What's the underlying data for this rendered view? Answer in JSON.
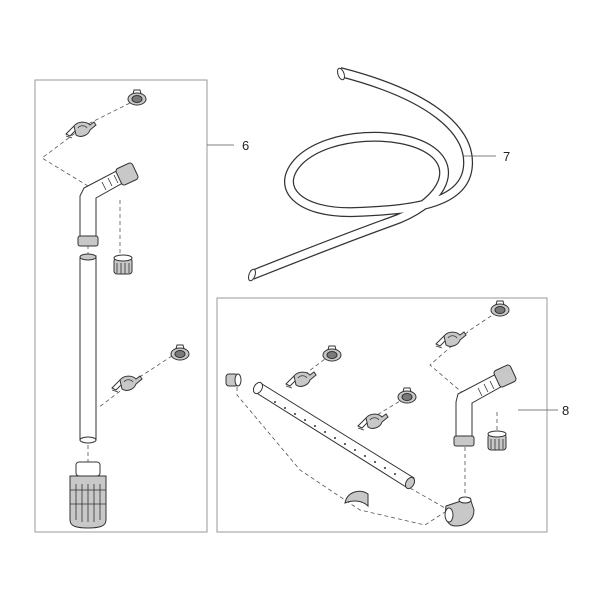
{
  "callouts": {
    "c6": "6",
    "c7": "7",
    "c8": "8"
  },
  "icons": [
    "tube-clip-icon",
    "suction-cup-icon",
    "elbow-fitting-icon",
    "nut-icon",
    "strainer-icon",
    "hose-icon",
    "spray-bar-icon",
    "end-cap-icon"
  ],
  "colors": {
    "line": "#333333",
    "frame": "#9a9a9a",
    "fill_light": "#c8c8c8",
    "fill_dark": "#7a7a7a"
  }
}
